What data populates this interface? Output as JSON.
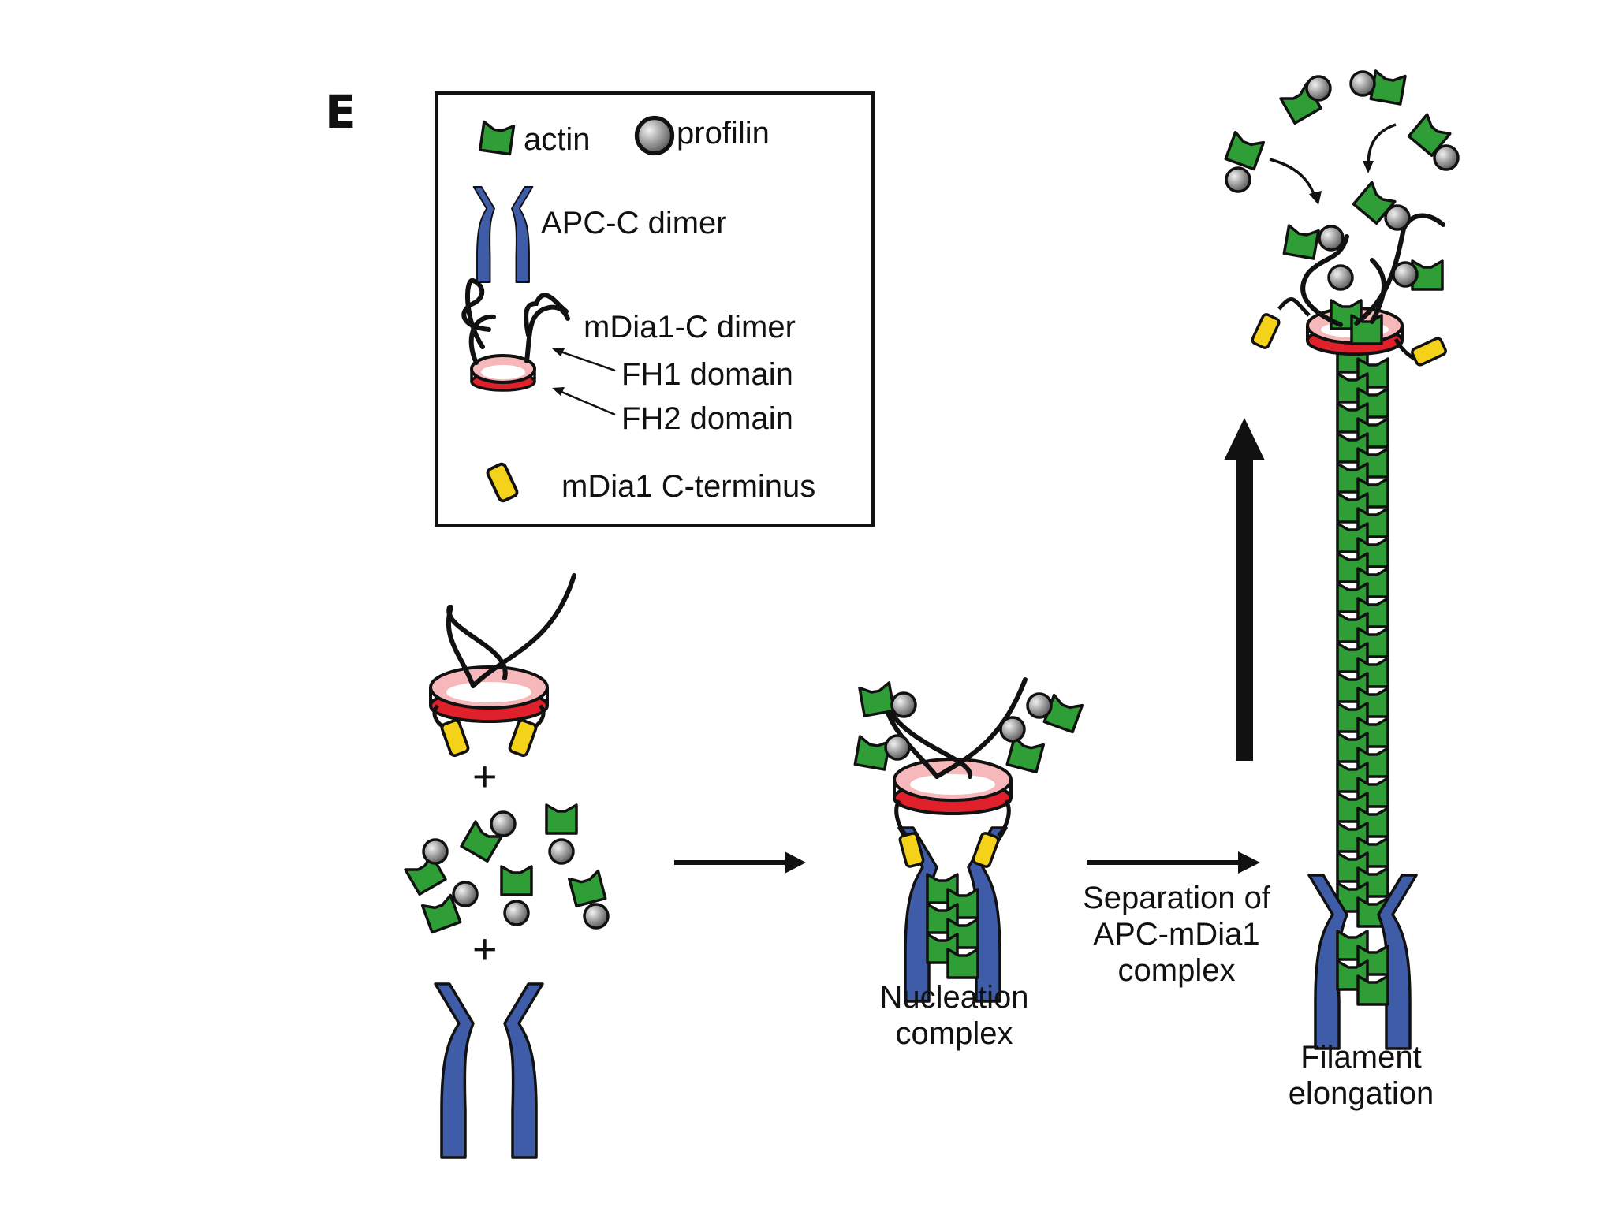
{
  "panel_label": "E",
  "legend": {
    "actin": "actin",
    "profilin": "profilin",
    "apc": "APC-C dimer",
    "mdia": "mDia1-C dimer",
    "fh1": "FH1 domain",
    "fh2": "FH2 domain",
    "cterm": "mDia1 C-terminus"
  },
  "steps": {
    "plus": "+",
    "nucleation_line1": "Nucleation",
    "nucleation_line2": "complex",
    "separation_line1": "Separation of",
    "separation_line2": "APC-mDia1",
    "separation_line3": "complex",
    "elongation_line1": "Filament",
    "elongation_line2": "elongation"
  },
  "colors": {
    "actin": "#2f9e36",
    "profilin": "#8a8a8a",
    "apc": "#3f5ca8",
    "fh2_ring": "#e0202a",
    "fh2_ring_inner": "#f6b8bb",
    "cterm": "#f5d21a",
    "outline": "#111111"
  },
  "icons": [
    "actin-icon",
    "profilin-icon",
    "apc-dimer-icon",
    "mdia1-dimer-icon",
    "c-terminus-icon",
    "arrow-right-icon",
    "arrow-up-icon"
  ]
}
